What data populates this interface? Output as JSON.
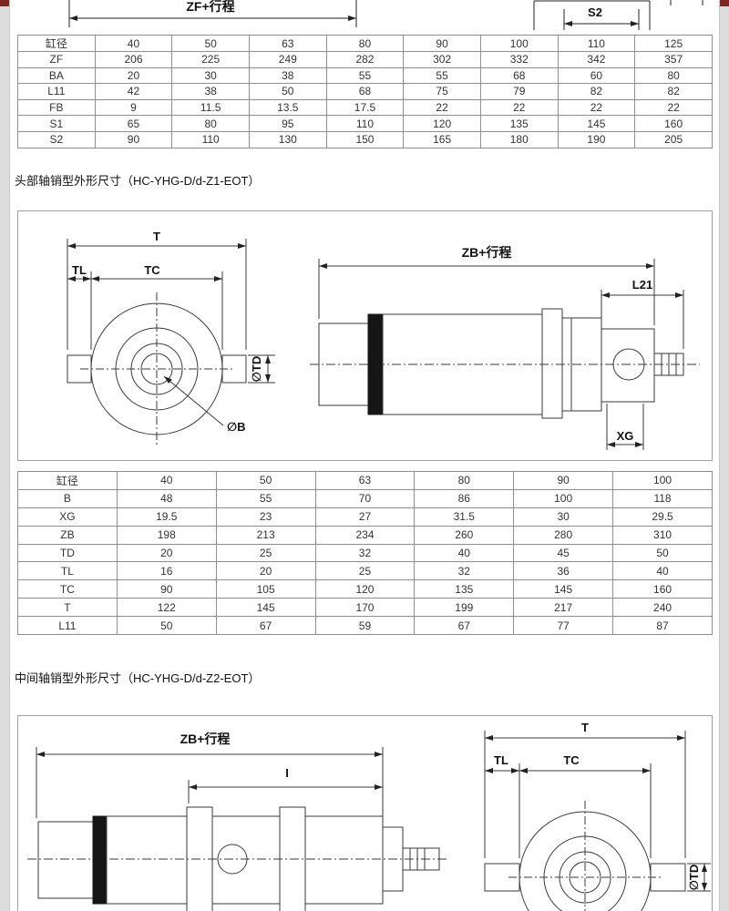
{
  "top_diagram": {
    "zf_label": "ZF+行程",
    "s2_label": "S2"
  },
  "sections": {
    "s1_title": "头部轴销型外形尺寸（HC-YHG-D/d-Z1-EOT）",
    "s2_title": "中间轴销型外形尺寸（HC-YHG-D/d-Z2-EOT）"
  },
  "table1": {
    "header": [
      "缸径",
      "40",
      "50",
      "63",
      "80",
      "90",
      "100",
      "110",
      "125"
    ],
    "rows": [
      [
        "ZF",
        "206",
        "225",
        "249",
        "282",
        "302",
        "332",
        "342",
        "357"
      ],
      [
        "BA",
        "20",
        "30",
        "38",
        "55",
        "55",
        "68",
        "60",
        "80"
      ],
      [
        "L11",
        "42",
        "38",
        "50",
        "68",
        "75",
        "79",
        "82",
        "82"
      ],
      [
        "FB",
        "9",
        "11.5",
        "13.5",
        "17.5",
        "22",
        "22",
        "22",
        "22"
      ],
      [
        "S1",
        "65",
        "80",
        "95",
        "110",
        "120",
        "135",
        "145",
        "160"
      ],
      [
        "S2",
        "90",
        "110",
        "130",
        "150",
        "165",
        "180",
        "190",
        "205"
      ]
    ]
  },
  "diagram1": {
    "t": "T",
    "tl": "TL",
    "tc": "TC",
    "td": "∅TD",
    "b": "∅B",
    "zb": "ZB+行程",
    "l21": "L21",
    "xg": "XG"
  },
  "table2": {
    "header": [
      "缸径",
      "40",
      "50",
      "63",
      "80",
      "90",
      "100"
    ],
    "rows": [
      [
        "B",
        "48",
        "55",
        "70",
        "86",
        "100",
        "118"
      ],
      [
        "XG",
        "19.5",
        "23",
        "27",
        "31.5",
        "30",
        "29.5"
      ],
      [
        "ZB",
        "198",
        "213",
        "234",
        "260",
        "280",
        "310"
      ],
      [
        "TD",
        "20",
        "25",
        "32",
        "40",
        "45",
        "50"
      ],
      [
        "TL",
        "16",
        "20",
        "25",
        "32",
        "36",
        "40"
      ],
      [
        "TC",
        "90",
        "105",
        "120",
        "135",
        "145",
        "160"
      ],
      [
        "T",
        "122",
        "145",
        "170",
        "199",
        "217",
        "240"
      ],
      [
        "L11",
        "50",
        "67",
        "59",
        "67",
        "77",
        "87"
      ]
    ]
  },
  "diagram2": {
    "zb": "ZB+行程",
    "i": "I",
    "t": "T",
    "tl": "TL",
    "tc": "TC",
    "td": "∅TD"
  },
  "colors": {
    "page_bg": "#ffffff",
    "margin_bg": "#dcdcdc",
    "corner_accent": "#7e2620",
    "line": "#3a3a3a",
    "table_border": "#8f8f8f"
  }
}
